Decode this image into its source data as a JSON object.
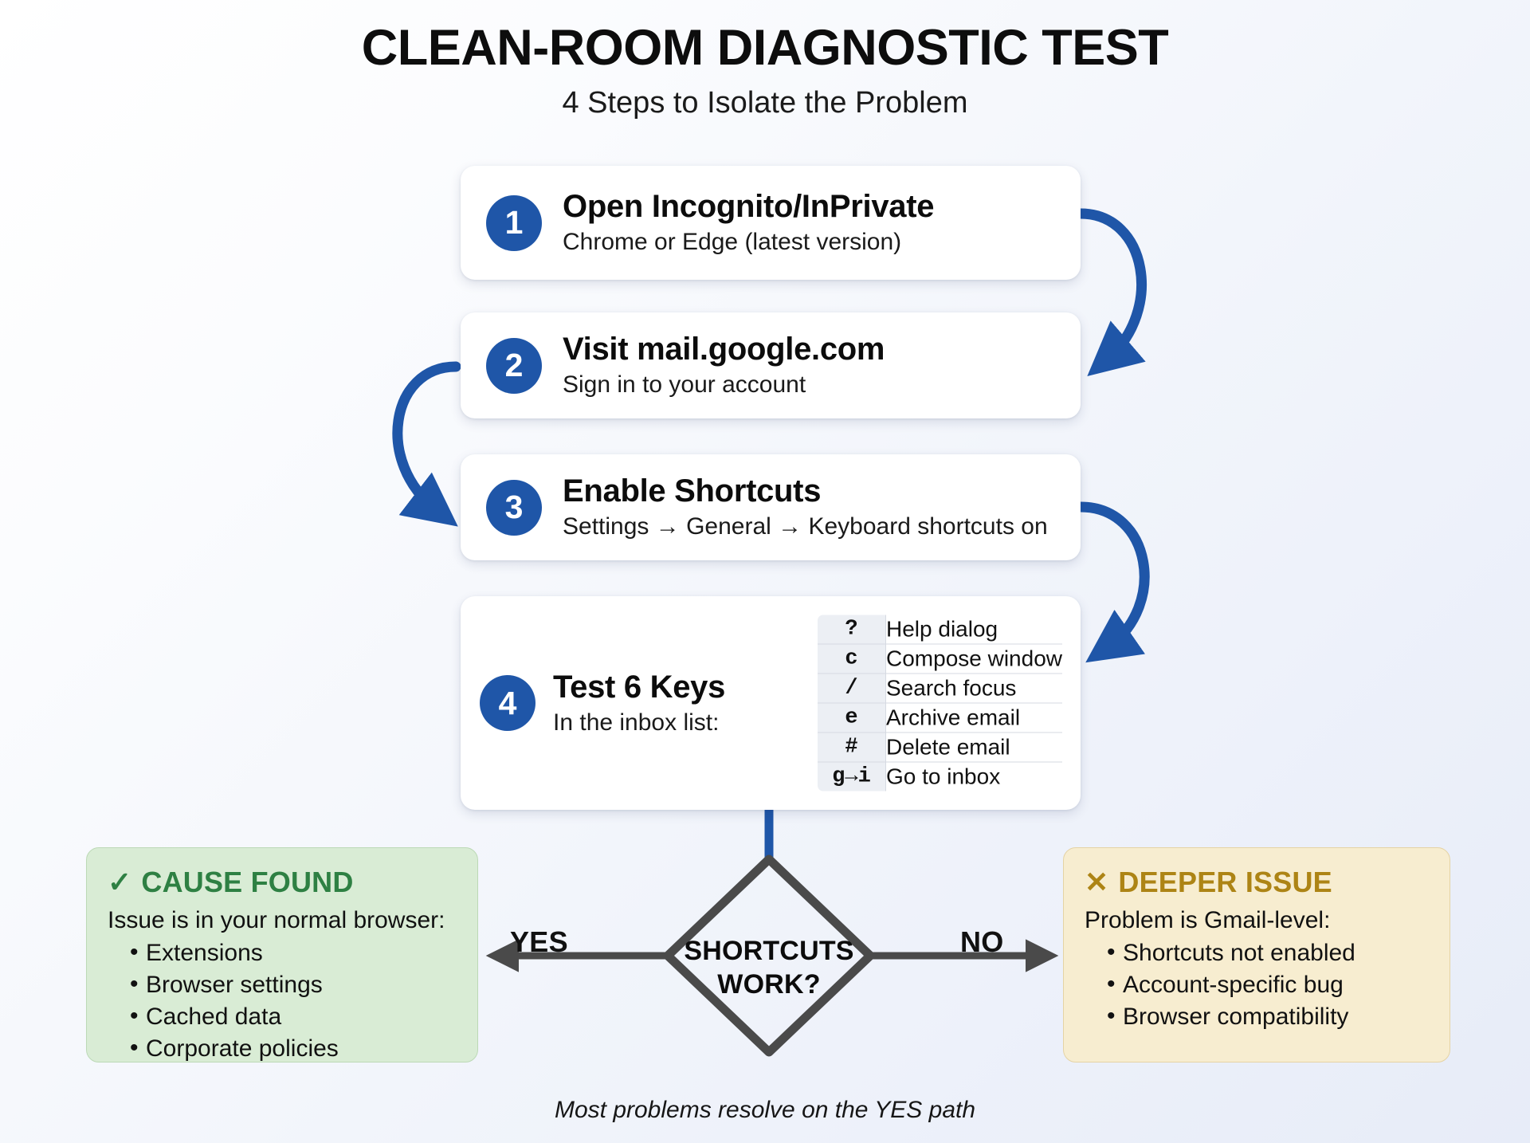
{
  "header": {
    "title": "CLEAN-ROOM DIAGNOSTIC TEST",
    "subtitle": "4 Steps to Isolate the Problem"
  },
  "steps": [
    {
      "number": "1",
      "title": "Open Incognito/InPrivate",
      "subtitle": "Chrome or Edge (latest version)"
    },
    {
      "number": "2",
      "title": "Visit mail.google.com",
      "subtitle": "Sign in to your account"
    },
    {
      "number": "3",
      "title": "Enable Shortcuts",
      "subtitle": "Settings → General → Keyboard shortcuts on"
    },
    {
      "number": "4",
      "title": "Test 6 Keys",
      "subtitle": "In the inbox list:"
    }
  ],
  "keys_table": {
    "rows": [
      {
        "key": "?",
        "action": "Help dialog"
      },
      {
        "key": "c",
        "action": "Compose window"
      },
      {
        "key": "/",
        "action": "Search focus"
      },
      {
        "key": "e",
        "action": "Archive email"
      },
      {
        "key": "#",
        "action": "Delete email"
      },
      {
        "key": "g→i",
        "action": "Go to inbox"
      }
    ]
  },
  "decision": {
    "question_line1": "SHORTCUTS",
    "question_line2": "WORK?",
    "yes_label": "YES",
    "no_label": "NO"
  },
  "outcomes": {
    "yes": {
      "icon": "✓",
      "heading": "CAUSE FOUND",
      "lead": "Issue is in your normal browser:",
      "items": [
        "Extensions",
        "Browser settings",
        "Cached data",
        "Corporate policies"
      ]
    },
    "no": {
      "icon": "✕",
      "heading": "DEEPER ISSUE",
      "lead": "Problem is Gmail-level:",
      "items": [
        "Shortcuts not enabled",
        "Account-specific bug",
        "Browser compatibility"
      ]
    }
  },
  "footnote": "Most problems resolve on the YES path",
  "colors": {
    "accent_blue": "#1f56a8",
    "connector_blue": "#1f56a8",
    "decision_gray": "#4a4a4a",
    "success_green": "#2e8043",
    "warning_amber": "#ad8415",
    "green_panel_bg": "#d9ecd5",
    "amber_panel_bg": "#f7edd0"
  }
}
